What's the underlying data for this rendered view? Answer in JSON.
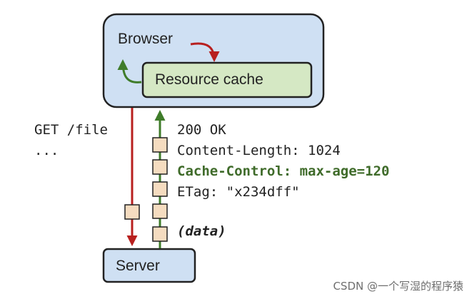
{
  "browser": {
    "label": "Browser"
  },
  "cache": {
    "label": "Resource cache"
  },
  "server": {
    "label": "Server"
  },
  "request": {
    "line1": "GET /file",
    "line2": "..."
  },
  "response": {
    "status": "200 OK",
    "content_length": "Content-Length: 1024",
    "cache_control": "Cache-Control: max-age=120",
    "etag": "ETag: \"x234dff\"",
    "data": "(data)"
  },
  "watermark": "CSDN @一个写湿的程序猿",
  "colors": {
    "browser_fill": "#cfe0f3",
    "cache_fill": "#d5e8c4",
    "server_fill": "#cfe0f3",
    "request_arrow": "#b8201f",
    "response_arrow": "#3f7c2a",
    "packet_fill": "#f5dcc0",
    "cache_control_text": "#3f6b2a"
  },
  "icons": {
    "packet": "data-packet-square",
    "request_arrow": "down-arrow",
    "response_arrow": "up-arrow",
    "store_arrow": "curved-arrow-into-cache",
    "read_arrow": "curved-arrow-out-of-cache"
  }
}
